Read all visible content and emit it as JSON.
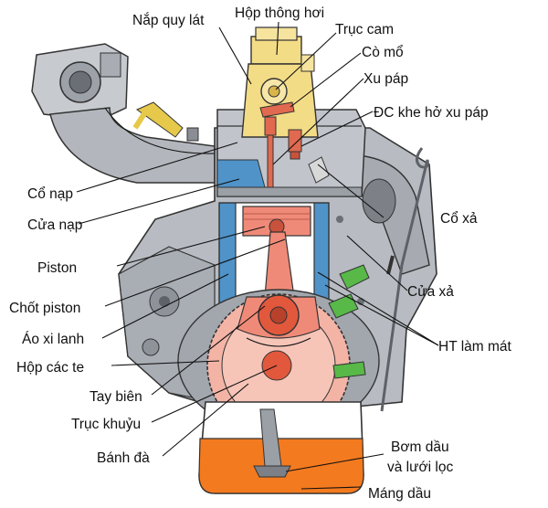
{
  "labels": {
    "valve_cover": "Nắp quy lát",
    "breather_box": "Hộp thông hơi",
    "camshaft": "Trục cam",
    "rocker_arm": "Cò mổ",
    "valve": "Xu páp",
    "valve_clearance_adjuster": "ĐC khe hở xu páp",
    "intake_manifold": "Cổ nạp",
    "intake_port": "Cửa nạp",
    "exhaust_manifold": "Cổ xả",
    "piston": "Piston",
    "exhaust_port": "Cửa xả",
    "piston_pin": "Chốt piston",
    "cylinder_sleeve": "Áo xi lanh",
    "cooling_system": "HT làm mát",
    "crankcase": "Hộp các te",
    "connecting_rod": "Tay biên",
    "crankshaft": "Trục khuỷu",
    "flywheel": "Bánh đà",
    "oil_pump_line1": "Bơm dầu",
    "oil_pump_line2": "và lưới lọc",
    "oil_pan": "Máng dầu"
  },
  "colors": {
    "engine_block": "#b8bcc2",
    "engine_dark": "#5e6268",
    "coolant": "#4f93c9",
    "piston": "#f08a78",
    "cylinder": "#ffffff",
    "oil": "#f47a1f",
    "breather": "#f3dc86",
    "valve": "#e0694f",
    "injector": "#58b848"
  }
}
